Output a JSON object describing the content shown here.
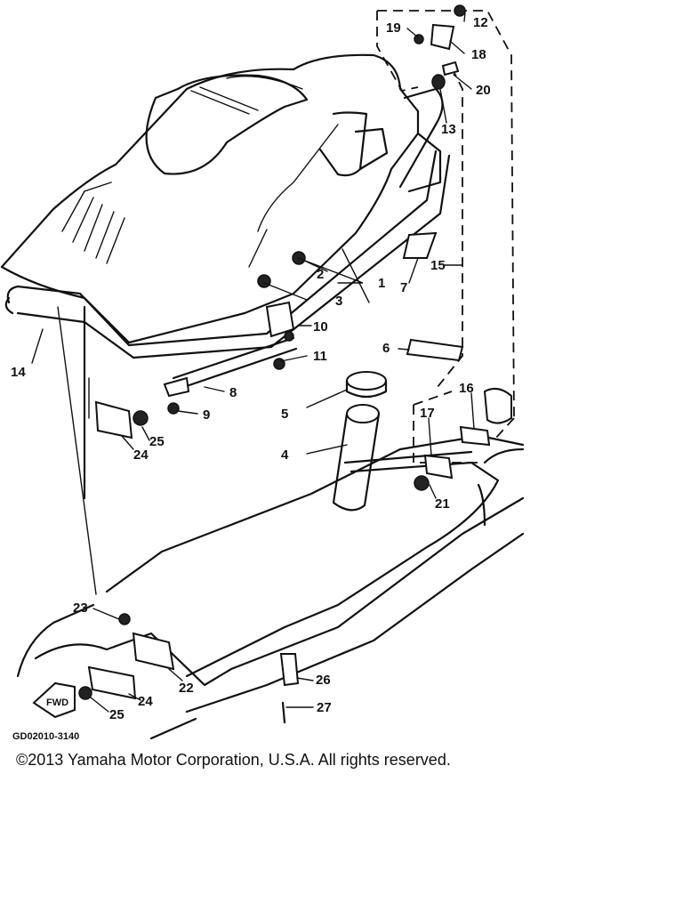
{
  "diagram_code": "GD02010-3140",
  "fwd_label": "FWD",
  "copyright": "©2013 Yamaha Motor Corporation, U.S.A. All rights reserved.",
  "callouts": [
    "1",
    "2",
    "3",
    "4",
    "5",
    "6",
    "7",
    "8",
    "9",
    "10",
    "11",
    "12",
    "13",
    "14",
    "15",
    "16",
    "17",
    "18",
    "19",
    "20",
    "21",
    "22",
    "23",
    "24",
    "24",
    "25",
    "25",
    "26",
    "27"
  ]
}
